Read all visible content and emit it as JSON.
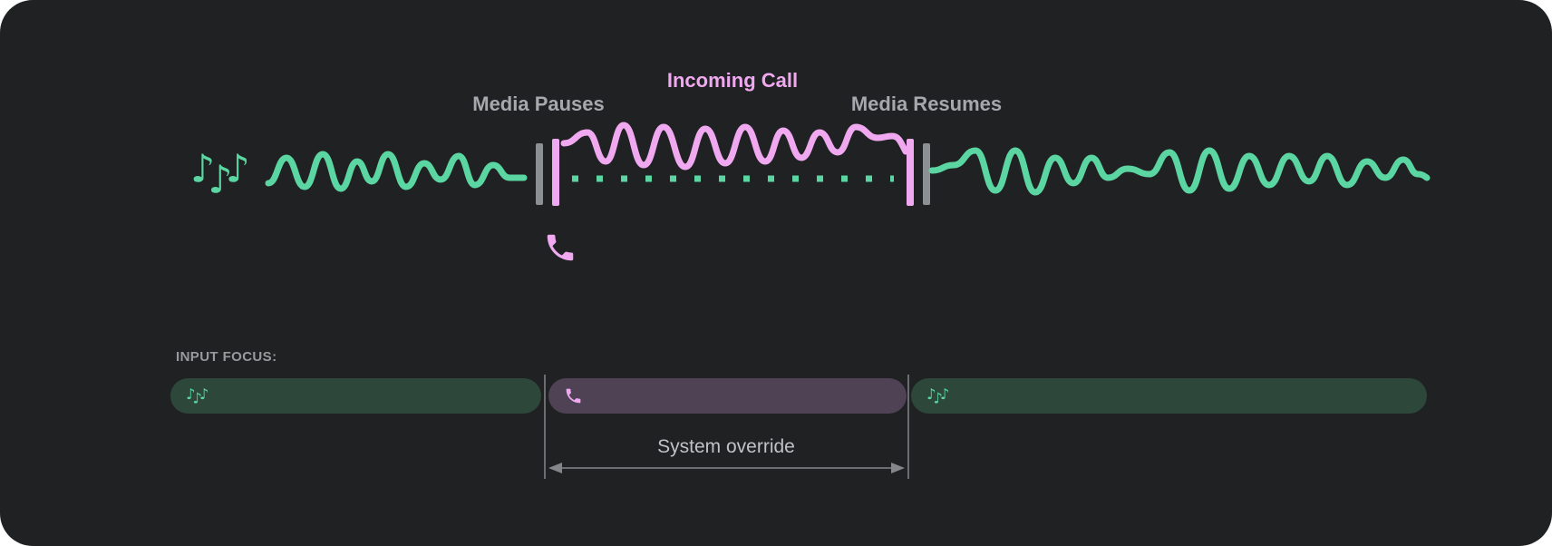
{
  "colors": {
    "canvas_bg": "#ffffff",
    "panel_bg": "#202122",
    "media_green": "#5bd6a2",
    "call_pink": "#f0a9f0",
    "marker_gray": "#8d9093",
    "timeline_label_gray": "#a5a9ad",
    "heading_gray": "#97999c",
    "pill_media_bg": "#2d473b",
    "pill_call_bg": "#4e4254",
    "annotation_gray": "#84878a",
    "override_label_gray": "#bfc2c6"
  },
  "timeline": {
    "labels": {
      "media_pauses": "Media Pauses",
      "incoming_call": "Incoming Call",
      "media_resumes": "Media Resumes"
    },
    "icons": {
      "media": "music-notes-icon",
      "call": "phone-icon"
    }
  },
  "input_focus": {
    "heading": "INPUT FOCUS:",
    "override_label": "System override",
    "segments": [
      {
        "type": "media",
        "icon": "music-notes-icon"
      },
      {
        "type": "call",
        "icon": "phone-icon"
      },
      {
        "type": "media",
        "icon": "music-notes-icon"
      }
    ]
  }
}
